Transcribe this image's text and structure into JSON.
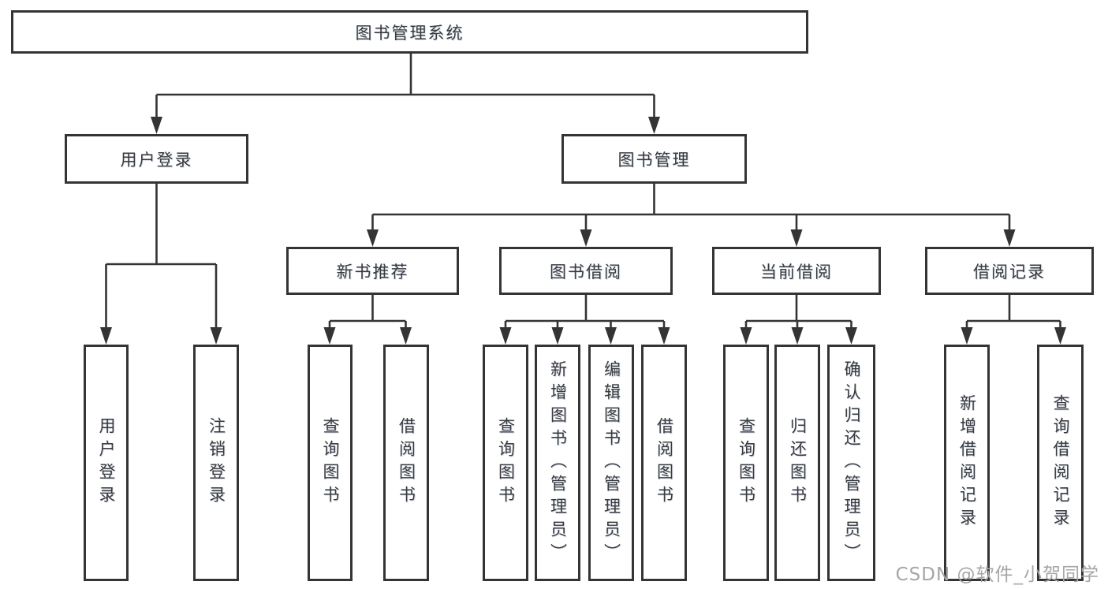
{
  "tree": {
    "root": "图书管理系统",
    "children": [
      {
        "label": "用户登录",
        "children": [
          "用户登录",
          "注销登录"
        ]
      },
      {
        "label": "图书管理",
        "children": [
          {
            "label": "新书推荐",
            "children": [
              "查询图书",
              "借阅图书"
            ]
          },
          {
            "label": "图书借阅",
            "children": [
              "查询图书",
              "新增图书（管理员）",
              "编辑图书（管理员）",
              "借阅图书"
            ]
          },
          {
            "label": "当前借阅",
            "children": [
              "查询图书",
              "归还图书",
              "确认归还（管理员）"
            ]
          },
          {
            "label": "借阅记录",
            "children": [
              "新增借阅记录",
              "查询借阅记录"
            ]
          }
        ]
      }
    ]
  },
  "watermark": {
    "text": "CSDN @软件_小贺同学"
  },
  "colors": {
    "line": "#343434",
    "box_border": "#343434",
    "text": "#3a3a3a",
    "watermark": "#a6a6a6",
    "background": "#ffffff"
  }
}
